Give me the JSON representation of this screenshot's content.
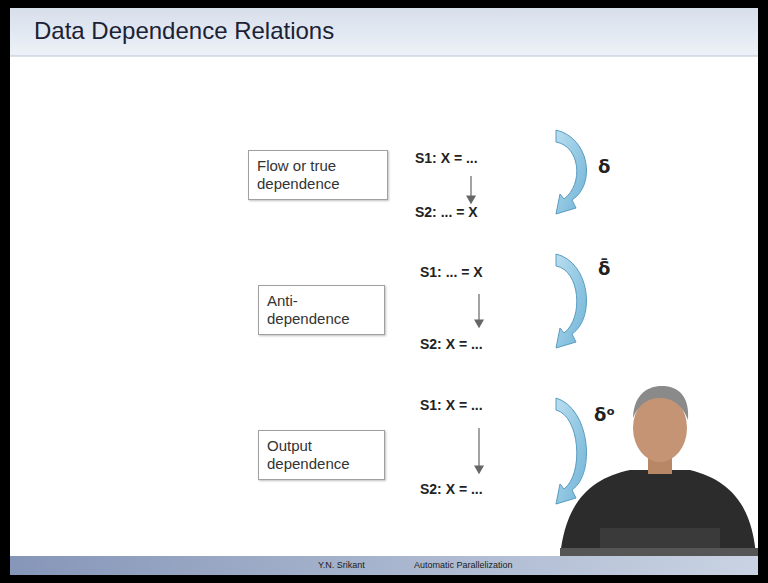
{
  "diagram": {
    "title": "Data Dependence Relations",
    "nodes": [
      {
        "text": [
          "Flow or true dependence"
        ]
      },
      {
        "text": [
          "Anti-dependence"
        ]
      },
      {
        "text": [
          "Output dependence"
        ]
      }
    ],
    "labels": [
      "S1: X = ...",
      "S2: ... = X",
      "δ",
      "S1: ... = X",
      "S2: X = ...",
      "δ̄",
      "S1: X = ...",
      "S2: X = ...",
      "δᵒ",
      "Y.N. Srikant",
      "Automatic Parallelization"
    ]
  }
}
